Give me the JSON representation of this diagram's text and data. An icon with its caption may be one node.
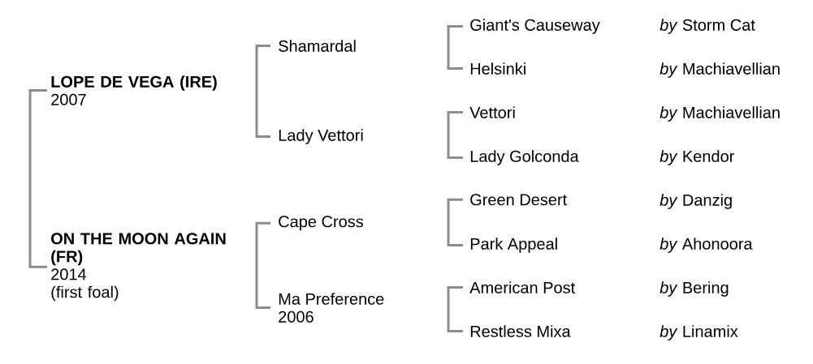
{
  "diagram": {
    "nodes": [
      {
        "text": [
          "LOPE DE VEGA (IRE)",
          "2007"
        ]
      },
      {
        "text": [
          "ON THE MOON AGAIN (FR)",
          "2014",
          "(first foal)"
        ]
      },
      {
        "text": [
          "Shamardal"
        ]
      },
      {
        "text": [
          "Lady Vettori"
        ]
      },
      {
        "text": [
          "Cape Cross"
        ]
      },
      {
        "text": [
          "Ma Preference",
          "2006"
        ]
      },
      {
        "text": [
          "Giant's Causeway"
        ]
      },
      {
        "text": [
          "Helsinki"
        ]
      },
      {
        "text": [
          "Vettori"
        ]
      },
      {
        "text": [
          "Lady Golconda"
        ]
      },
      {
        "text": [
          "Green Desert"
        ]
      },
      {
        "text": [
          "Park Appeal"
        ]
      },
      {
        "text": [
          "American Post"
        ]
      },
      {
        "text": [
          "Restless Mixa"
        ]
      }
    ],
    "edges": [
      {
        "from": 0,
        "to": 1,
        "arrow": "none"
      },
      {
        "from": 2,
        "to": 3,
        "arrow": "none"
      },
      {
        "from": 4,
        "to": 5,
        "arrow": "none"
      },
      {
        "from": 6,
        "to": 7,
        "arrow": "none"
      },
      {
        "from": 8,
        "to": 9,
        "arrow": "none"
      },
      {
        "from": 10,
        "to": 11,
        "arrow": "none"
      },
      {
        "from": 12,
        "to": 13,
        "arrow": "none"
      }
    ],
    "labels": [
      "*by* Storm Cat",
      "*by* Machiavellian",
      "*by* Machiavellian",
      "*by* Kendor",
      "*by* Danzig",
      "*by* Ahonoora",
      "*by* Bering",
      "*by* Linamix"
    ]
  }
}
